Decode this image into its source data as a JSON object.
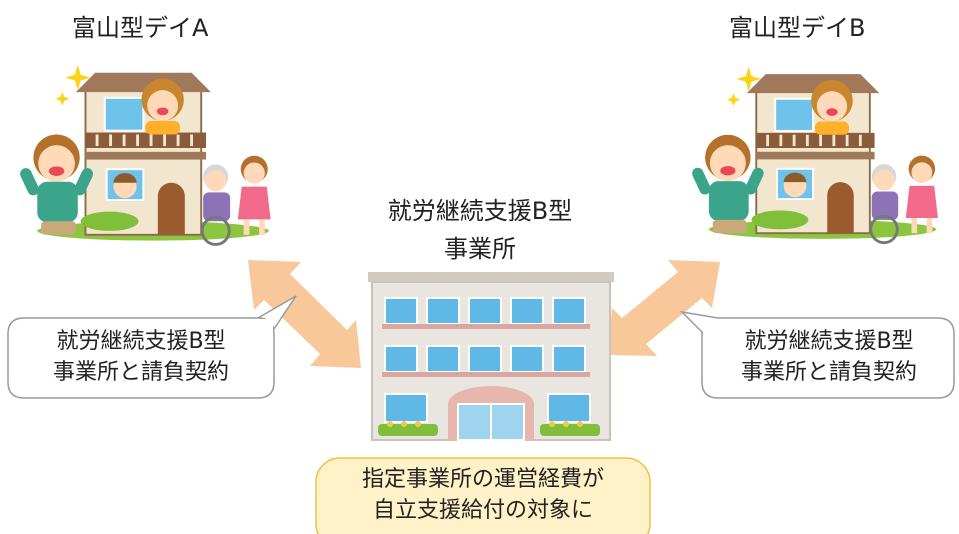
{
  "left_facility": {
    "title": "富山型デイA"
  },
  "right_facility": {
    "title": "富山型デイB"
  },
  "center_facility": {
    "title_line1": "就労継続支援B型",
    "title_line2": "事業所"
  },
  "left_bubble": {
    "line1": "就労継続支援B型",
    "line2": "事業所と請負契約"
  },
  "right_bubble": {
    "line1": "就労継続支援B型",
    "line2": "事業所と請負契約"
  },
  "bottom_note": {
    "line1": "指定事業所の運営経費が",
    "line2": "自立支援給付の対象に"
  },
  "colors": {
    "arrow": "#f8c89a",
    "bubble_border": "#9a9a9a",
    "note_fill": "#fff2c8",
    "note_border": "#f0c040",
    "building_wall": "#e9e6e2",
    "window": "#5fb8e6"
  },
  "icons": {
    "left_scene": "family-house-illustration",
    "right_scene": "family-house-illustration",
    "center_scene": "office-building-illustration"
  }
}
